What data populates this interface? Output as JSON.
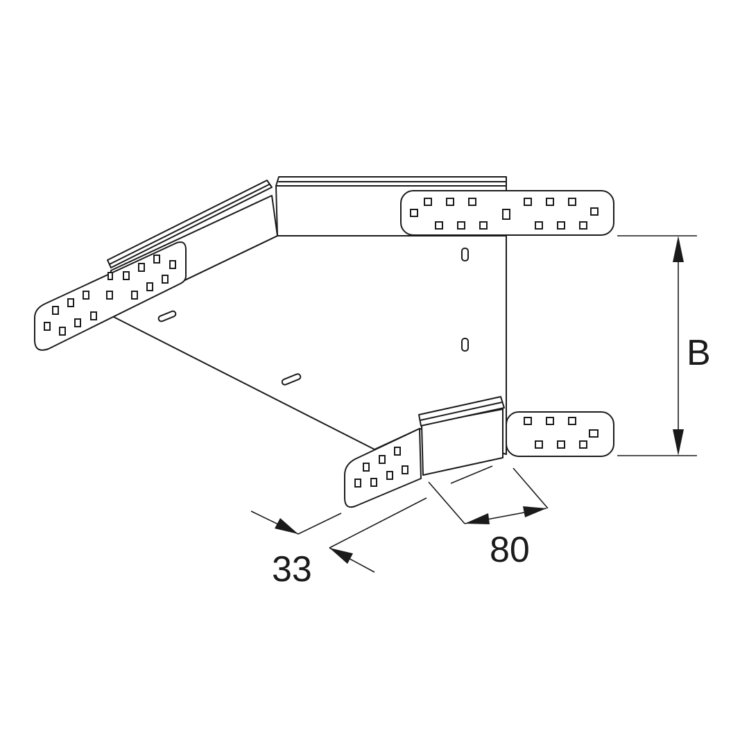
{
  "dimensions": {
    "height_label": "B",
    "flange_offset_label": "33",
    "flange_length_label": "80"
  }
}
